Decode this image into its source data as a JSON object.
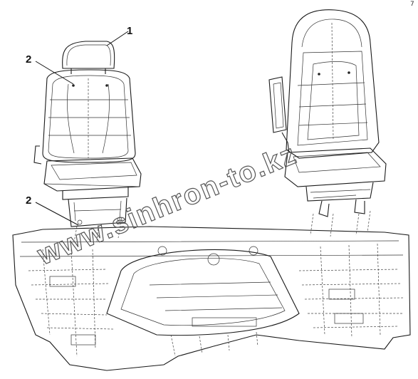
{
  "diagram": {
    "callouts": [
      {
        "id": "c1",
        "label": "1"
      },
      {
        "id": "c2a",
        "label": "2"
      },
      {
        "id": "c2b",
        "label": "2"
      }
    ],
    "watermark": "www.sinhron-to.kz",
    "corner_mark": "7"
  },
  "colors": {
    "line": "#1a1a1a",
    "background": "#ffffff"
  }
}
